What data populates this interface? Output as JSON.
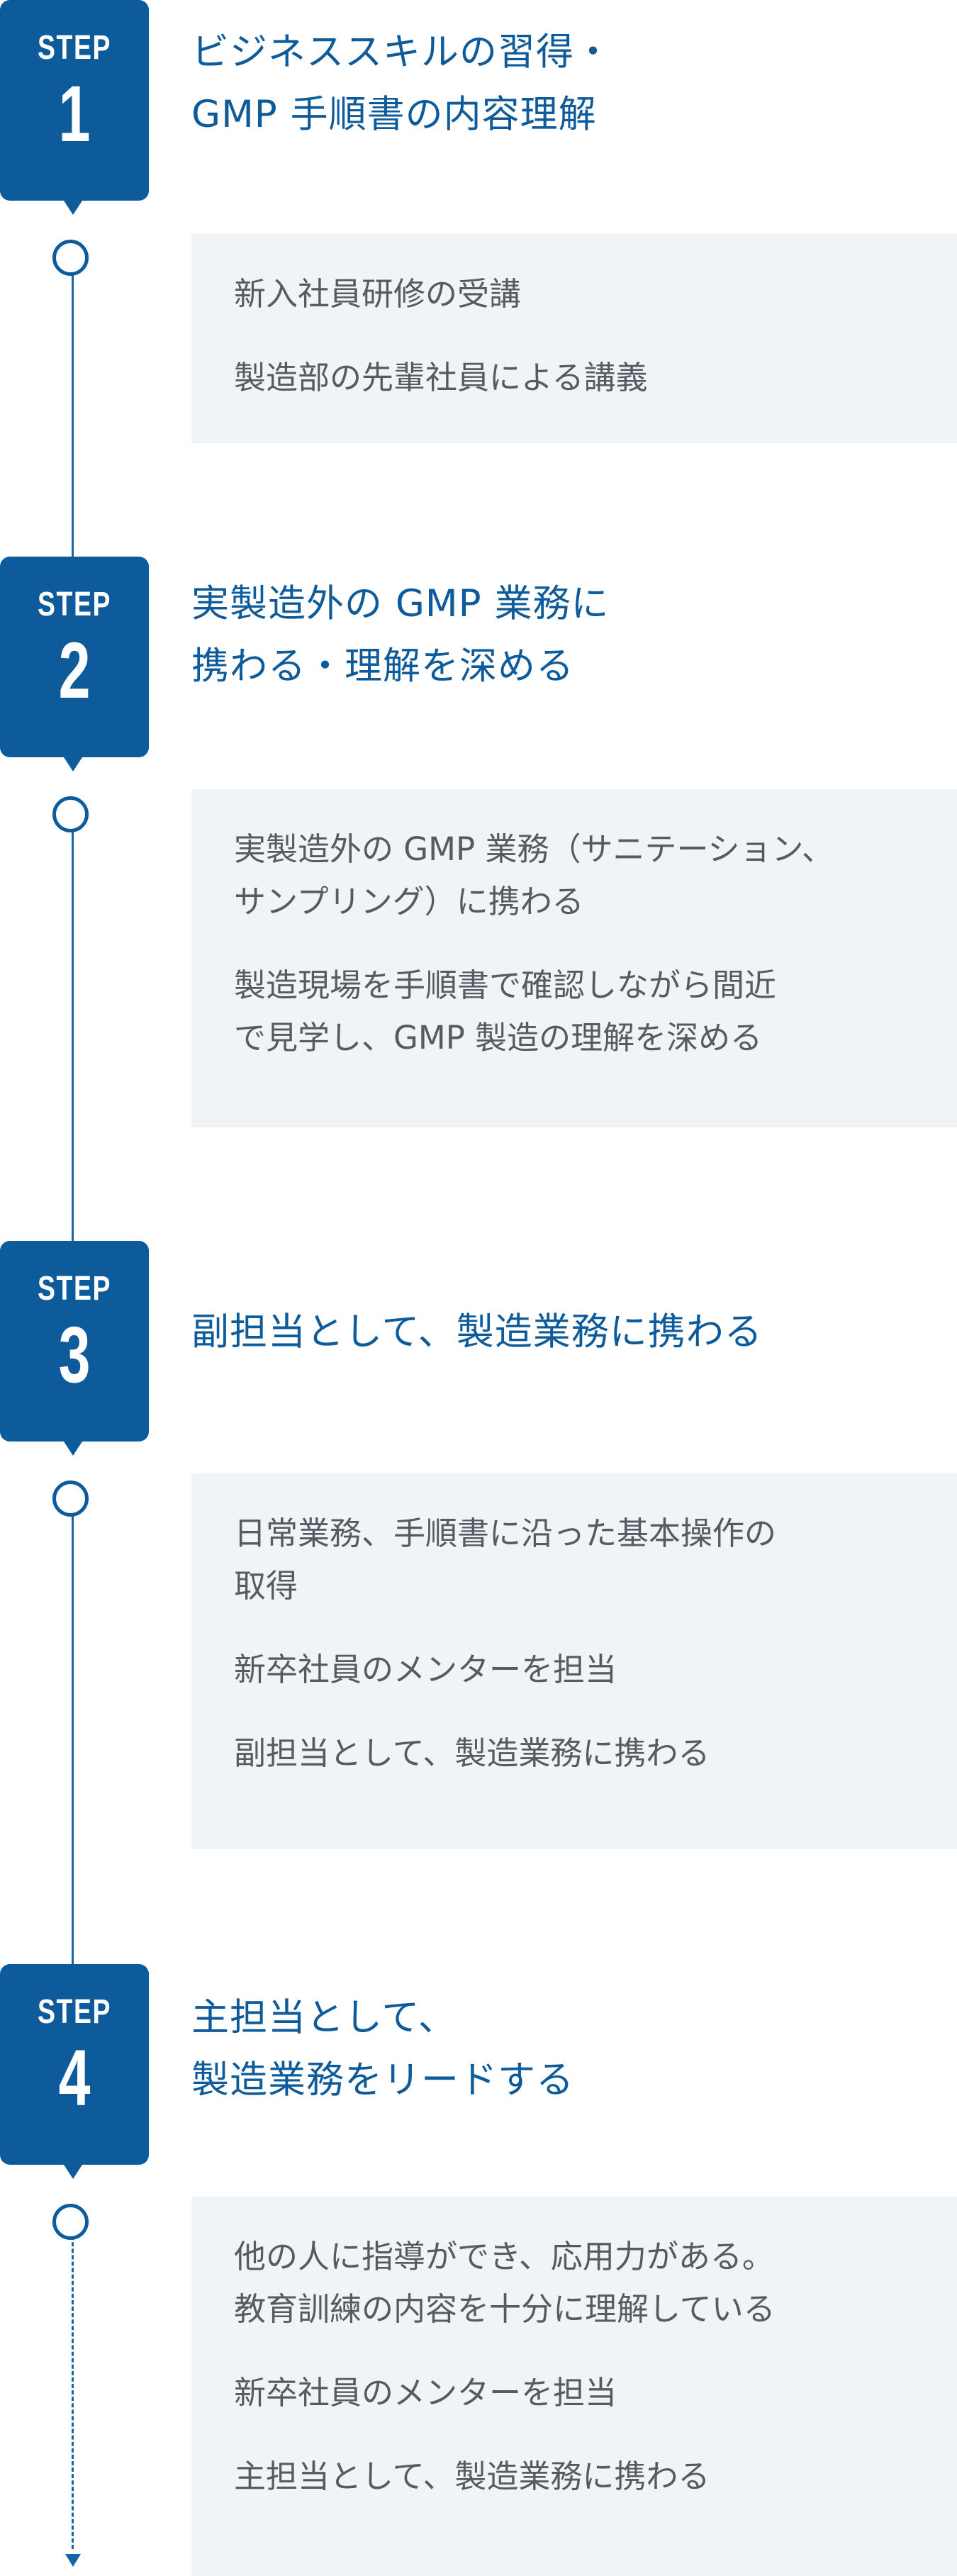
{
  "step_word": "STEP",
  "steps": [
    {
      "number": "1",
      "title": [
        "ビジネススキルの習得・",
        "GMP 手順書の内容理解"
      ],
      "details": [
        [
          "新入社員研修の受講"
        ],
        [
          "製造部の先輩社員による講義"
        ]
      ]
    },
    {
      "number": "2",
      "title": [
        "実製造外の GMP 業務に",
        "携わる・理解を深める"
      ],
      "details": [
        [
          "実製造外の GMP 業務（サニテーション、",
          "サンプリング）に携わる"
        ],
        [
          "製造現場を手順書で確認しながら間近",
          "で見学し、GMP 製造の理解を深める"
        ]
      ]
    },
    {
      "number": "3",
      "title": [
        "副担当として、製造業務に携わる"
      ],
      "details": [
        [
          "日常業務、手順書に沿った基本操作の",
          "取得"
        ],
        [
          "新卒社員のメンターを担当"
        ],
        [
          "副担当として、製造業務に携わる"
        ]
      ]
    },
    {
      "number": "4",
      "title": [
        "主担当として、",
        "製造業務をリードする"
      ],
      "details": [
        [
          "他の人に指導ができ、応用力がある。",
          "教育訓練の内容を十分に理解している"
        ],
        [
          "新卒社員のメンターを担当"
        ],
        [
          "主担当として、製造業務に携わる"
        ]
      ]
    }
  ]
}
